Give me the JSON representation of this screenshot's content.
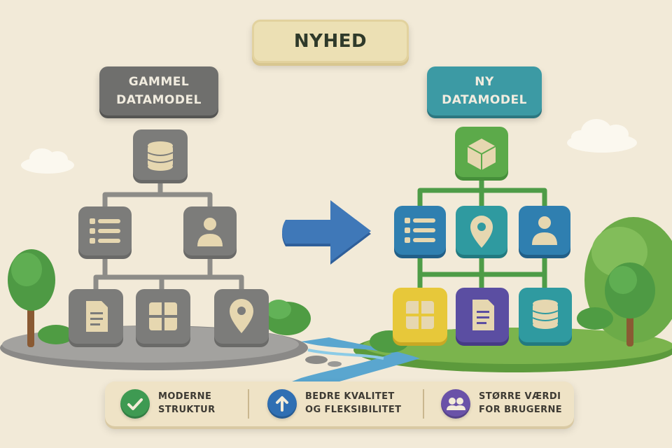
{
  "badge": {
    "text": "NYHED"
  },
  "old_model": {
    "title_line1": "GAMMEL",
    "title_line2": "DATAMODEL"
  },
  "new_model": {
    "title_line1": "NY",
    "title_line2": "DATAMODEL"
  },
  "benefits": [
    {
      "icon": "check-icon",
      "line1": "MODERNE",
      "line2": "STRUKTUR",
      "color": "#3e9a52"
    },
    {
      "icon": "arrow-up-icon",
      "line1": "BEDRE KVALITET",
      "line2": "OG FLEKSIBILITET",
      "color": "#2f6fb3"
    },
    {
      "icon": "people-icon",
      "line1": "STØRRE VÆRDI",
      "line2": "FOR BRUGERNE",
      "color": "#6a52a8"
    }
  ],
  "colors": {
    "old_node": "#7a7a78",
    "new_root": "#5caa4a",
    "new_mid": "#2f7fb0",
    "new_teal": "#2f9aa0",
    "new_yellow": "#e7c83a",
    "new_purple": "#5b4ea2",
    "arrow": "#3f78b8",
    "icon_fill": "#e6d7b0"
  }
}
